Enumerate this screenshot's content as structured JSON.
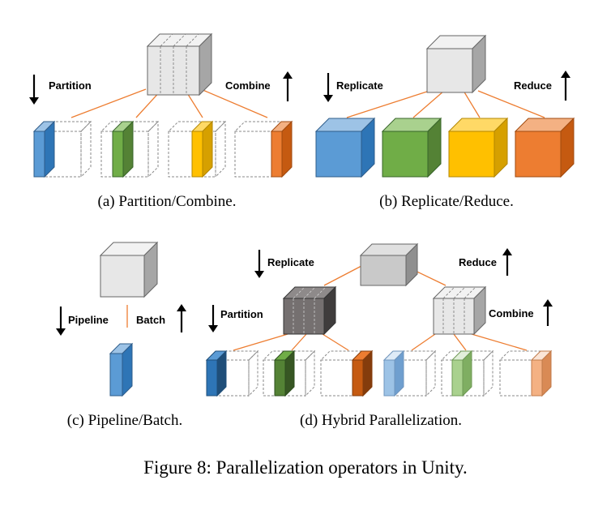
{
  "labels": {
    "a_partition": "Partition",
    "a_combine": "Combine",
    "b_replicate": "Replicate",
    "b_reduce": "Reduce",
    "c_pipeline": "Pipeline",
    "c_batch": "Batch",
    "d_replicate": "Replicate",
    "d_reduce": "Reduce",
    "d_partition": "Partition",
    "d_combine": "Combine"
  },
  "captions": {
    "a": "(a) Partition/Combine.",
    "b": "(b) Replicate/Reduce.",
    "c": "(c) Pipeline/Batch.",
    "d": "(d) Hybrid Parallelization.",
    "figure": "Figure 8: Parallelization operators in Unity."
  },
  "colors": {
    "blue": "#5b9bd5",
    "green": "#70ad47",
    "yellow": "#ffc000",
    "orange": "#ed7d31",
    "light_gray": "#e7e7e7",
    "mid_gray": "#c9c9c9",
    "dark_gray": "#757070",
    "light_blue": "#9dc3e6",
    "light_green": "#a9d18e",
    "light_orange": "#f4b183",
    "connector": "#ed7d31"
  }
}
